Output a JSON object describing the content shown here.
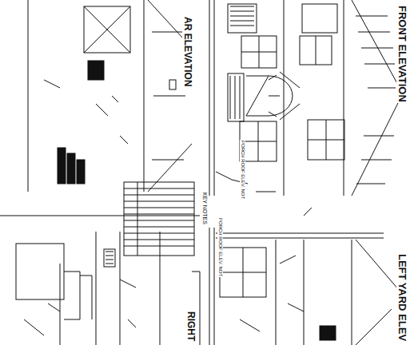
{
  "diagram": {
    "labels": [
      "FRONT ELEVATION",
      "LEFT YARD ELEV",
      "AR ELEVATION",
      "RIGHT",
      "KEY NOTES",
      "PORCH ROOF ELEV. NOT",
      "PORCH ROOF ELEV. NOT"
    ]
  }
}
